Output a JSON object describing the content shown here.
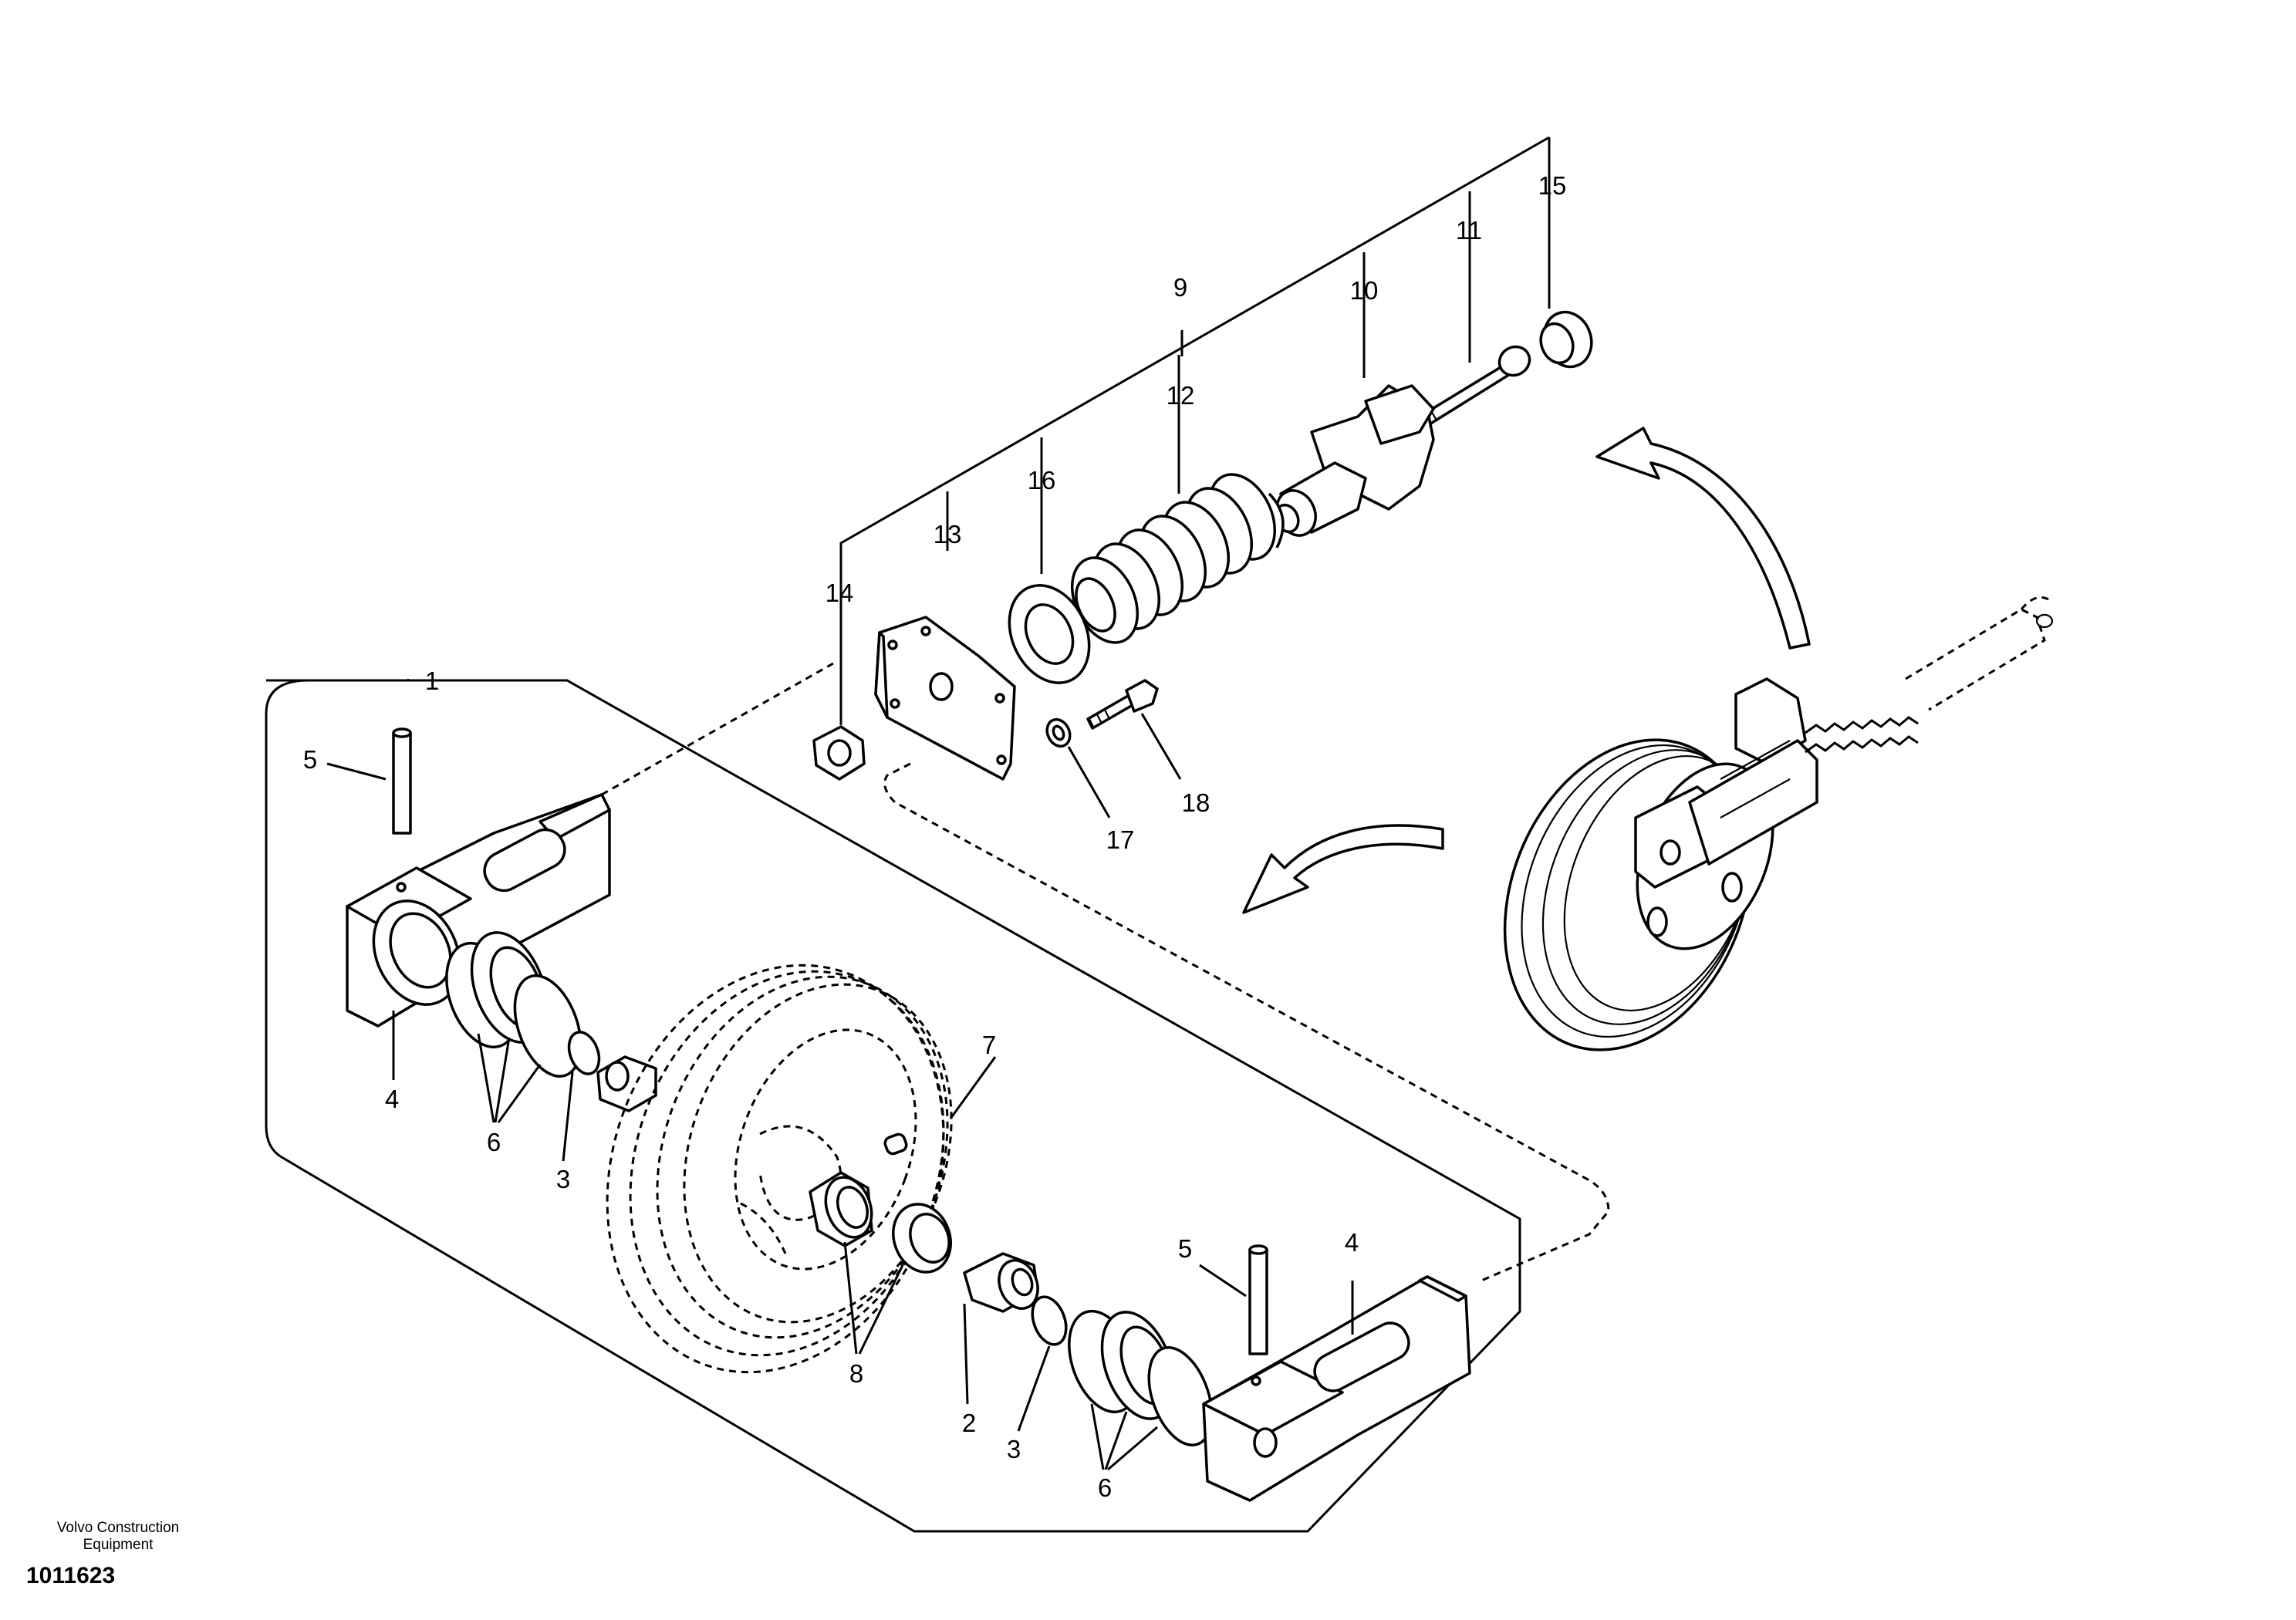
{
  "labels": {
    "n1": "1",
    "n2": "2",
    "n3a": "3",
    "n3b": "3",
    "n4a": "4",
    "n4b": "4",
    "n5a": "5",
    "n5b": "5",
    "n6a": "6",
    "n6b": "6",
    "n7": "7",
    "n8": "8",
    "n9": "9",
    "n10": "10",
    "n11": "11",
    "n12": "12",
    "n13": "13",
    "n14": "14",
    "n15": "15",
    "n16": "16",
    "n17": "17",
    "n18": "18"
  },
  "footer": {
    "company_line1": "Volvo Construction",
    "company_line2": "Equipment",
    "drawing_number": "1011623"
  }
}
